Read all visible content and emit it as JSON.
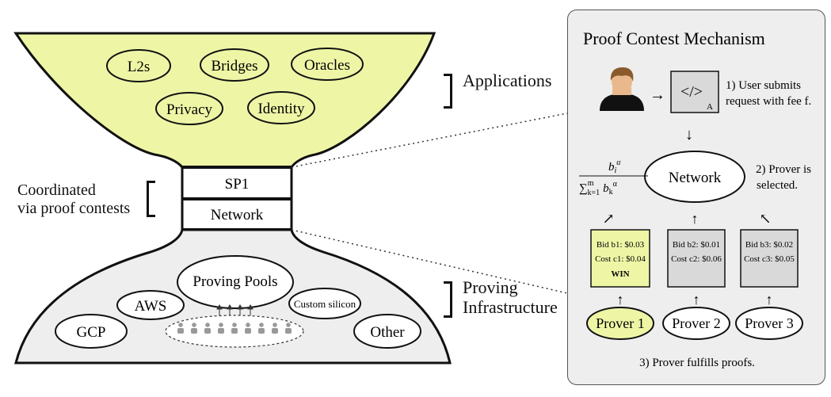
{
  "applications": {
    "label": "Applications",
    "items": [
      "L2s",
      "Bridges",
      "Oracles",
      "Privacy",
      "Identity"
    ]
  },
  "middle": {
    "sp1": "SP1",
    "network": "Network",
    "coordinated_line1": "Coordinated",
    "coordinated_line2": "via proof contests"
  },
  "infrastructure": {
    "label_line1": "Proving",
    "label_line2": "Infrastructure",
    "proving_pools": "Proving Pools",
    "aws": "AWS",
    "gcp": "GCP",
    "custom_silicon": "Custom silicon",
    "other": "Other"
  },
  "mechanism": {
    "title": "Proof Contest Mechanism",
    "step1_line1": "1) User submits",
    "step1_line2": "request with fee f.",
    "code_symbol": "</>",
    "code_subscript": "A",
    "network": "Network",
    "step2_line1": "2) Prover is",
    "step2_line2": "selected.",
    "formula_num": "b_i^α",
    "formula_den": "∑_{k=1}^{m} b_k^α",
    "step3": "3) Prover fulfills proofs.",
    "provers": [
      {
        "name": "Prover 1",
        "bid": "Bid b1: $0.03",
        "cost": "Cost c1: $0.04",
        "result": "WIN",
        "winner": true
      },
      {
        "name": "Prover 2",
        "bid": "Bid b2: $0.01",
        "cost": "Cost c2: $0.06",
        "result": "",
        "winner": false
      },
      {
        "name": "Prover 3",
        "bid": "Bid b3: $0.02",
        "cost": "Cost c3: $0.05",
        "result": "",
        "winner": false
      }
    ]
  },
  "colors": {
    "highlight": "#eef6a6",
    "gray_fill": "#eeeeee",
    "box_gray": "#d9d9d9"
  }
}
